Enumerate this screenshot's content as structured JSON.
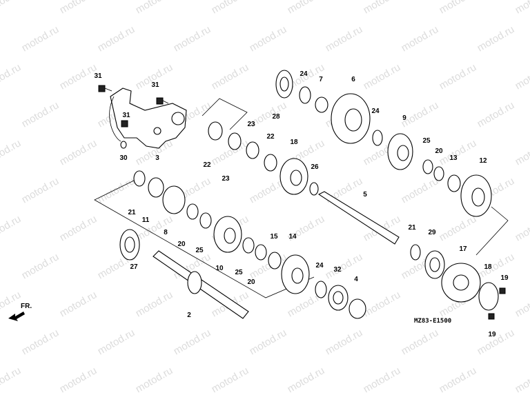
{
  "diagram": {
    "watermark": "motod.ru",
    "code": "MZ83-E1500",
    "direction_label": "FR.",
    "callouts": [
      "31",
      "31",
      "31",
      "30",
      "3",
      "28",
      "24",
      "7",
      "6",
      "24",
      "9",
      "25",
      "20",
      "13",
      "12",
      "22",
      "23",
      "23",
      "22",
      "18",
      "26",
      "21",
      "11",
      "8",
      "20",
      "25",
      "10",
      "5",
      "21",
      "29",
      "15",
      "14",
      "25",
      "20",
      "24",
      "32",
      "4",
      "17",
      "18",
      "19",
      "19",
      "27",
      "2"
    ]
  }
}
